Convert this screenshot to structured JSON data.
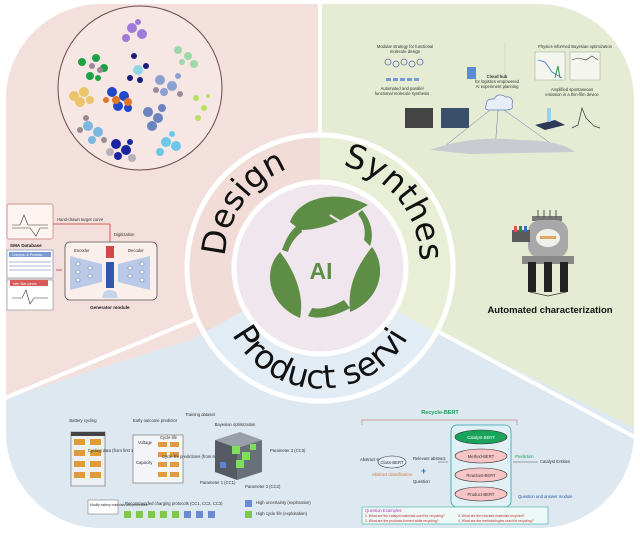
{
  "center": {
    "label": "AI",
    "icon": "recycle-leaves-icon",
    "color": "#5e8e45"
  },
  "sectors": {
    "design": {
      "label": "Design",
      "color": "#f3dfdb",
      "crystal_panel": {
        "icon": "crystal-structures-icon"
      },
      "generator_panel": {
        "curve_label": "Hand-drawn target curve",
        "digitization_label": "Digitization",
        "database_label": "SMA Database",
        "database_header": "Compos. & Process.",
        "database_sub": "Inter-Star curves",
        "encoder_label": "Encoder",
        "decoder_label": "Decoder",
        "module_label": "Generator module"
      }
    },
    "synthesis": {
      "label": "Synthesis",
      "color": "#e6ecd3",
      "cloud_panel": {
        "modular_label_1": "Modular strategy for functional",
        "modular_label_2": "molecule design",
        "automated_label_1": "Automated and parallel",
        "automated_label_2": "functional molecule synthesis",
        "cloud_label_1": "Cloud hub",
        "cloud_label_2": "for logistics empowered",
        "cloud_label_3": "AI experiment planning",
        "physics_label": "Physics-informed Bayesian optimization",
        "amplified_label_1": "Amplified spontaneous",
        "amplified_label_2": "emission in a thin-film device"
      },
      "characterization_label": "Automated characterization"
    },
    "product_service": {
      "label": "Product service",
      "color": "#dde8f1",
      "battery_panel": {
        "battery_cycling": "Battery cycling",
        "cycling_data": "Cycling data (from first 100 cycles)",
        "early_predictor": "Early outcome predictor",
        "voltage": "Voltage",
        "capacity": "Capacity",
        "cycle_life": "Cycle life",
        "training_dataset": "Training dataset",
        "cycle_predictions": "Cycle life predictions (from ML model)",
        "bayesian": "Bayesian optimization",
        "param1": "Parameter 1 (CC1)",
        "param2": "Parameter 2 (CC2)",
        "param3": "Parameter 3 (CC3)",
        "modify": "Modify battery materials and processes",
        "recommended": "Recommended charging protocols (CC1, CC2, CC3)",
        "legend_blue": "High uncertainty (exploration)",
        "legend_green": "High cycle life (exploitation)"
      },
      "bert_panel": {
        "title": "Recycle-BERT",
        "abstract_text": "Abstract text",
        "class_bert": "Class-BERT",
        "abstract_classification": "Abstract classification",
        "relevant_abstract": "Relevant abstract",
        "question": "Question",
        "models": [
          "Catalyst-BERT",
          "Method-BERT",
          "Reactant-BERT",
          "Product-BERT"
        ],
        "prediction": "Prediction",
        "catalyst_entities": "Catalyst Entities",
        "qa_module": "Question and answer module",
        "question_examples_title": "Question Examples:",
        "questions": [
          "1. What are the catalyst materials used for recycling?",
          "2. What are the products formed while recycling?",
          "3. What are the reactant materials recycled?",
          "4. What are the methodologies used for recycling?"
        ]
      }
    }
  },
  "colors": {
    "design_bg": "#f3dfdb",
    "synthesis_bg": "#e6ecd3",
    "product_bg": "#dde8f1",
    "inner_ring": "#f0e6ee",
    "leaf_green": "#5e8e45",
    "bert_green": "#1aa35a",
    "bert_pink": "#f7c5c5"
  }
}
